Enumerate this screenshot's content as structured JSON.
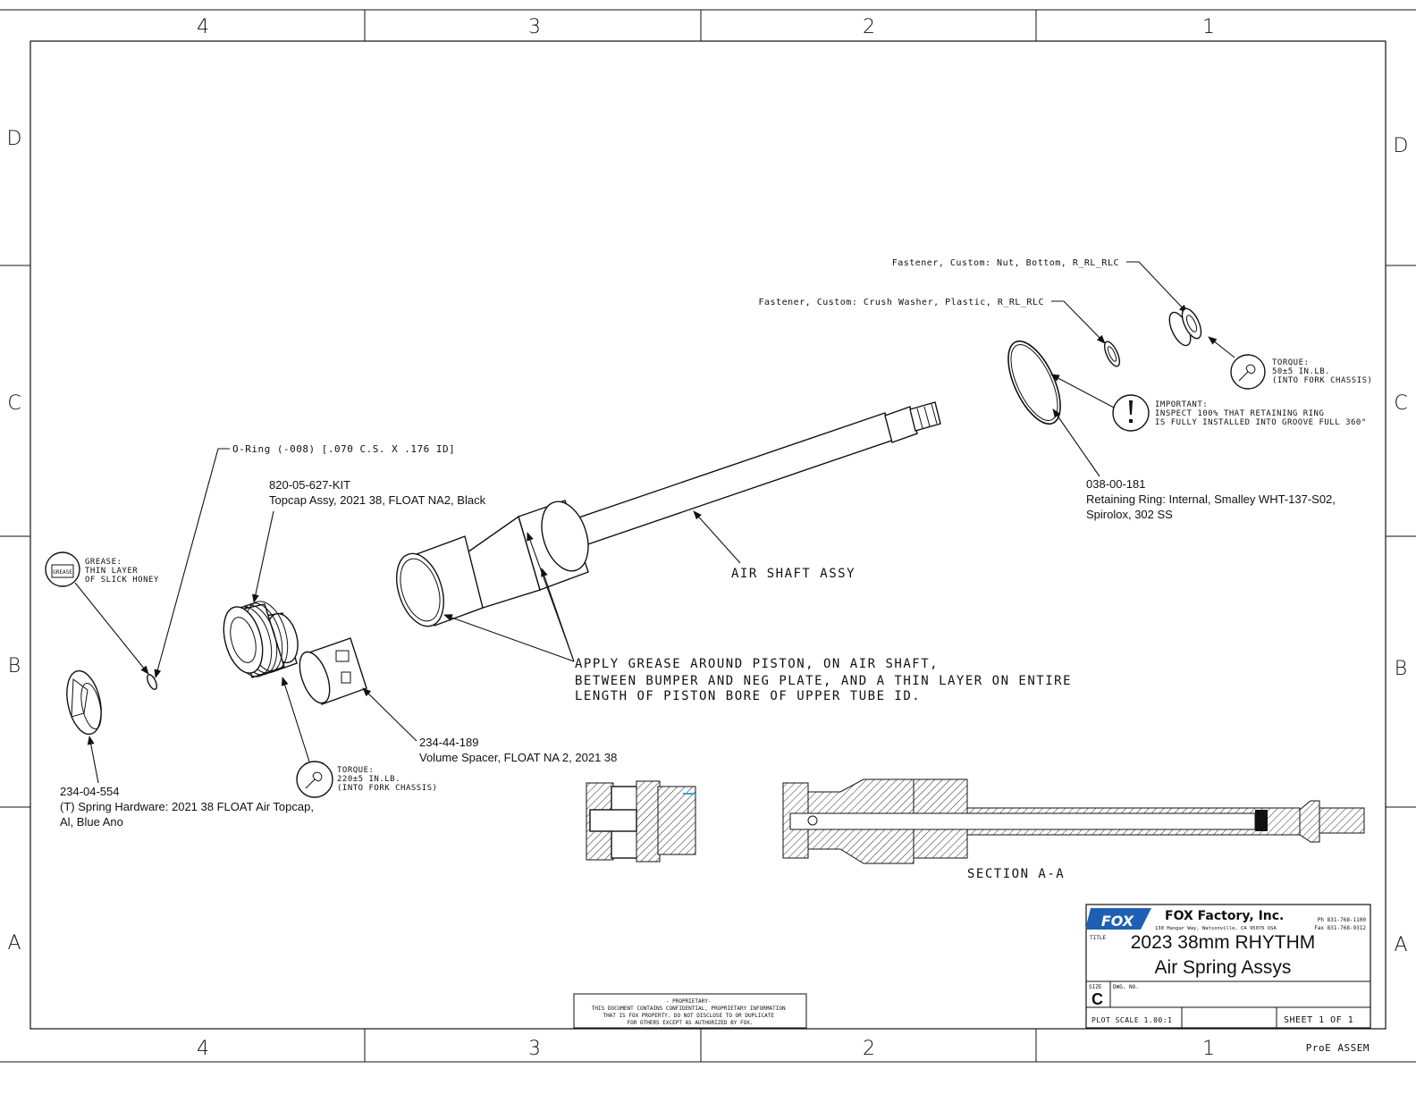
{
  "frame": {
    "zones_top": [
      "4",
      "3",
      "2",
      "1"
    ],
    "zones_bottom": [
      "4",
      "3",
      "2",
      "1"
    ],
    "zones_left": [
      "D",
      "C",
      "B",
      "A"
    ],
    "zones_right": [
      "D",
      "C",
      "B",
      "A"
    ],
    "corner_note": "ProE ASSEM"
  },
  "callouts": {
    "nut_bottom": "Fastener, Custom: Nut, Bottom, R_RL_RLC",
    "crush_washer": "Fastener, Custom: Crush Washer, Plastic, R_RL_RLC",
    "torque_nut": [
      "TORQUE:",
      "50±5 IN.LB.",
      "(INTO FORK CHASSIS)"
    ],
    "important": [
      "IMPORTANT:",
      "INSPECT 100% THAT RETAINING RING",
      "IS FULLY INSTALLED INTO GROOVE FULL 360°"
    ],
    "retaining_ring": [
      "038-00-181",
      "Retaining Ring: Internal, Smalley WHT-137-S02,",
      "Spirolox, 302 SS"
    ],
    "oring": "O-Ring (-008) [.070 C.S. X .176 ID]",
    "topcap": [
      "820-05-627-KIT",
      "Topcap Assy, 2021 38, FLOAT NA2, Black"
    ],
    "grease": [
      "GREASE:",
      "THIN LAYER",
      "OF SLICK HONEY"
    ],
    "grease_icon_label": "GREASE",
    "air_shaft": "AIR SHAFT ASSY",
    "apply_grease": [
      "APPLY GREASE AROUND PISTON, ON AIR SHAFT,",
      "BETWEEN BUMPER AND NEG PLATE, AND A THIN LAYER ON ENTIRE",
      "LENGTH OF PISTON BORE OF UPPER TUBE ID."
    ],
    "volume_spacer": [
      "234-44-189",
      "Volume Spacer, FLOAT NA 2, 2021 38"
    ],
    "torque_topcap": [
      "TORQUE:",
      "220±5 IN.LB.",
      "(INTO FORK CHASSIS)"
    ],
    "spring_hardware": [
      "234-04-554",
      "(T) Spring Hardware: 2021 38 FLOAT Air Topcap,",
      "Al, Blue Ano"
    ],
    "section": "SECTION  A-A"
  },
  "proprietary": [
    "- PROPRIETARY-",
    "THIS DOCUMENT CONTAINS CONFIDENTIAL, PROPRIETARY INFORMATION",
    "THAT IS FOX PROPERTY.  DO NOT DISCLOSE TO OR DUPLICATE",
    "FOR OTHERS EXCEPT AS AUTHORIZED BY FOX."
  ],
  "title_block": {
    "logo": "FOX",
    "company": "FOX Factory, Inc.",
    "address": "130 Hangar Way, Watsonville, CA 95076 USA",
    "phone": "Ph 831-768-1100",
    "fax": "Fax 831-768-9312",
    "title_label": "TITLE",
    "title_line1": "2023 38mm RHYTHM",
    "title_line2": "Air Spring Assys",
    "size_label": "SIZE",
    "size_value": "C",
    "dwg_label": "DWG. NO.",
    "plot_scale": "PLOT SCALE 1.00:1",
    "sheet": "SHEET 1 OF 1"
  },
  "colors": {
    "ink": "#111111",
    "logo_blue": "#1e5fb3",
    "section_cut": "#3aa0d8"
  },
  "icons": [
    "wrench-icon",
    "exclamation-icon",
    "grease-icon"
  ]
}
